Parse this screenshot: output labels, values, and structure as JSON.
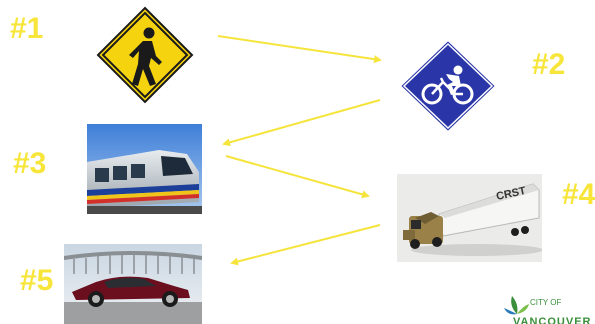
{
  "steps": [
    {
      "number": "#1",
      "subject": "pedestrian",
      "icon": "pedestrian-sign-icon"
    },
    {
      "number": "#2",
      "subject": "cyclist",
      "icon": "bicycle-sign-icon"
    },
    {
      "number": "#3",
      "subject": "transit",
      "icon": "skytrain-photo"
    },
    {
      "number": "#4",
      "subject": "truck",
      "icon": "semi-truck-photo"
    },
    {
      "number": "#5",
      "subject": "car",
      "icon": "car-photo"
    }
  ],
  "truck_trailer_text": "CRST",
  "logo": {
    "line1": "CITY OF",
    "line2": "VANCOUVER"
  },
  "colors": {
    "number": "#f7e53a",
    "arrow": "#f5e43c",
    "pedestrian_sign": "#f5d40f",
    "bike_sign": "#2a36a8",
    "logo_green": "#3a8f3a"
  }
}
